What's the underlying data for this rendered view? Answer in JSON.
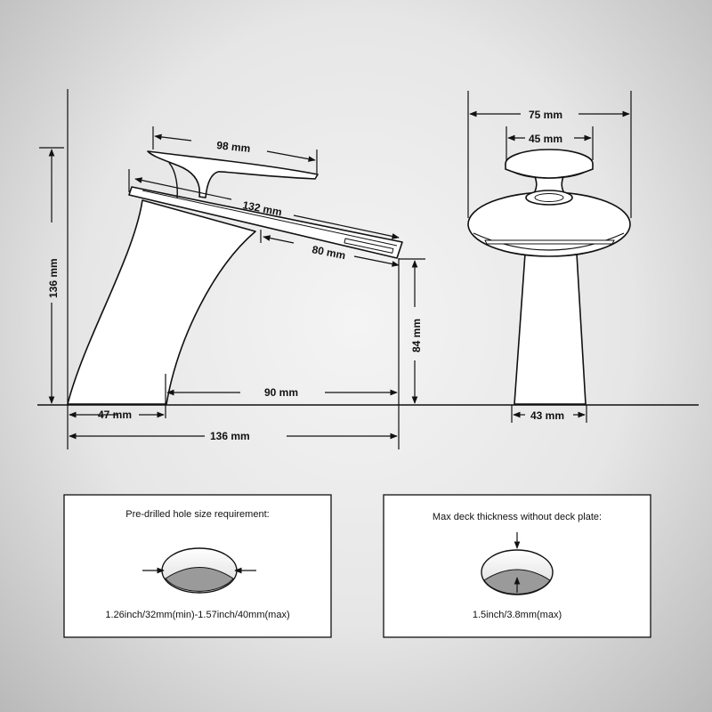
{
  "dimensions": {
    "top_handle": "98 mm",
    "spout_length": "132 mm",
    "spout_lower": "80 mm",
    "total_height": "136 mm",
    "spout_height": "84 mm",
    "reach": "90 mm",
    "base_depth": "47 mm",
    "overall_depth": "136 mm",
    "body_width": "75 mm",
    "handle_width": "45 mm",
    "base_width": "43 mm"
  },
  "hole_box": {
    "title": "Pre-drilled hole size requirement:",
    "value": "1.26inch/32mm(min)-1.57inch/40mm(max)"
  },
  "deck_box": {
    "title": "Max deck thickness without deck plate:",
    "value": "1.5inch/3.8mm(max)"
  }
}
